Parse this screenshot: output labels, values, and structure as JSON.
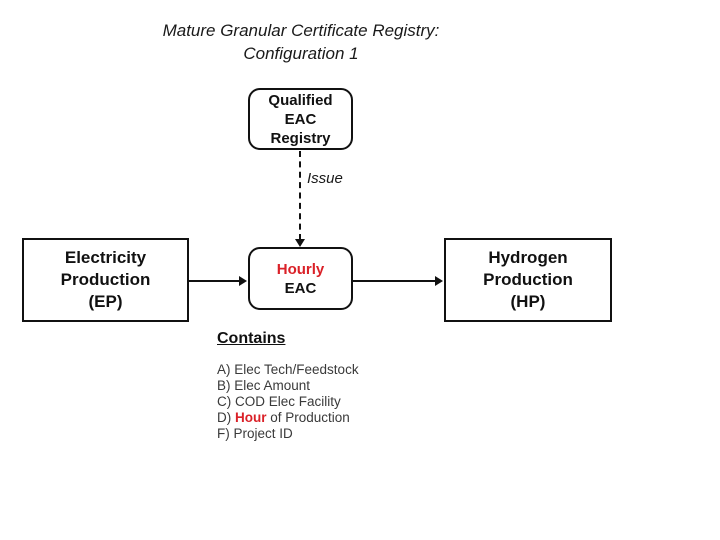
{
  "title": {
    "text": "Mature Granular Certificate Registry:\nConfiguration 1"
  },
  "nodes": {
    "registry": {
      "label": "Qualified\nEAC\nRegistry"
    },
    "ep": {
      "label": "Electricity\nProduction\n(EP)"
    },
    "eac": {
      "line1": "Hourly",
      "line2": "EAC"
    },
    "hp": {
      "label": "Hydrogen\nProduction\n(HP)"
    }
  },
  "edges": {
    "issue_label": "Issue"
  },
  "contains": {
    "heading": "Contains",
    "item_a": "A) Elec Tech/Feedstock",
    "item_b": "B) Elec Amount",
    "item_c": "C) COD Elec Facility",
    "item_d_prefix": "D) ",
    "item_d_highlight": "Hour",
    "item_d_rest": " of Production",
    "item_f": "F) Project ID"
  },
  "colors": {
    "accent_red": "#da2128",
    "line": "#111111"
  }
}
